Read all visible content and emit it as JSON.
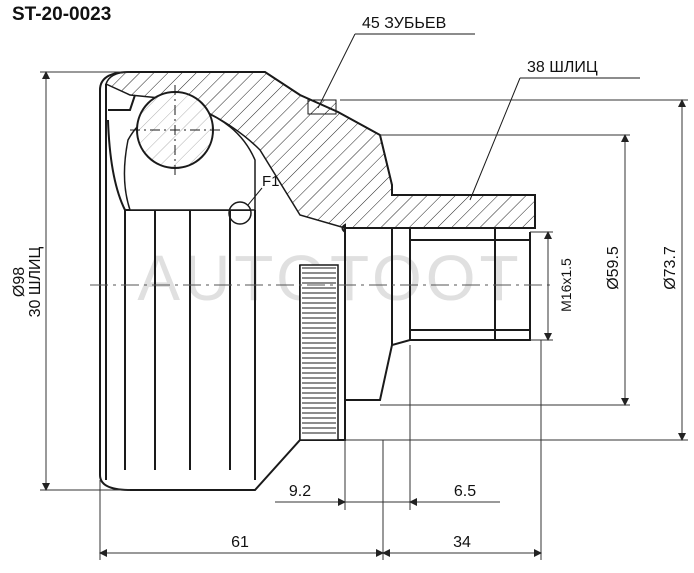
{
  "part_number": "ST-20-0023",
  "callouts": {
    "teeth": "45 ЗУБЬЕВ",
    "splines_shaft": "38 ШЛИЦ",
    "flag": "F1"
  },
  "dimensions": {
    "outer_diameter": "Ø98",
    "inner_splines": "30 ШЛИЦ",
    "thread": "M16x1.5",
    "d_59_5": "Ø59.5",
    "d_73_7": "Ø73.7",
    "len_9_2": "9.2",
    "len_6_5": "6.5",
    "len_61": "61",
    "len_34": "34"
  },
  "watermark": "AUTOTOOT",
  "colors": {
    "line": "#1a1a1a",
    "dim": "#333333",
    "watermark": "#dcdcdc"
  }
}
